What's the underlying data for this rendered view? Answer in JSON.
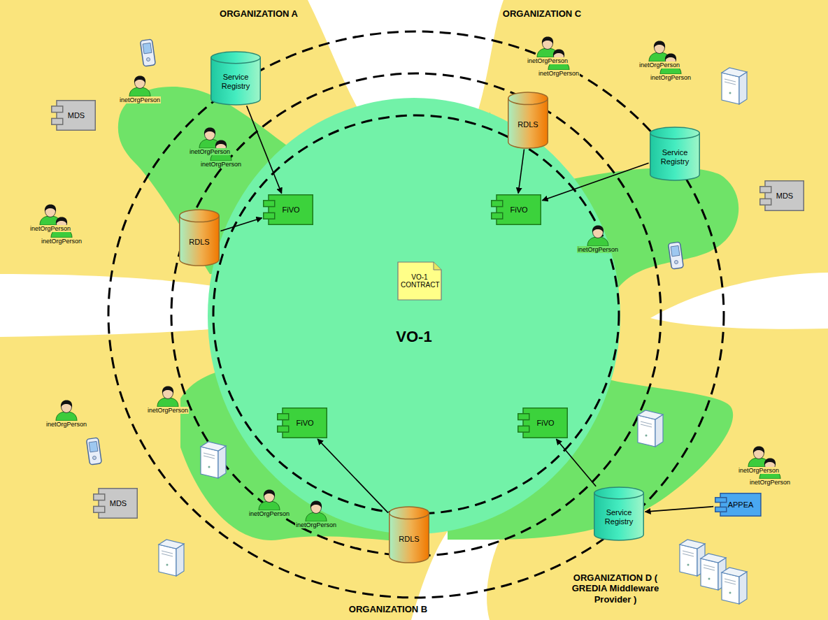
{
  "diagram": {
    "nodes": [
      {
        "text": [
          "Service Registry"
        ]
      },
      {
        "text": [
          "RDLS"
        ]
      },
      {
        "text": [
          "FiVO"
        ]
      },
      {
        "text": [
          "MDS"
        ]
      },
      {
        "text": [
          "inetOrgPerson"
        ]
      },
      {
        "text": [
          "inetOrgPerson"
        ]
      },
      {
        "text": [
          "inetOrgPerson"
        ]
      },
      {
        "text": [
          "inetOrgPerson"
        ]
      },
      {
        "text": [
          "inetOrgPerson"
        ]
      },
      {
        "text": [
          "RDLS"
        ]
      },
      {
        "text": [
          "Service Registry"
        ]
      },
      {
        "text": [
          "FiVO"
        ]
      },
      {
        "text": [
          "MDS"
        ]
      },
      {
        "text": [
          "inetOrgPerson"
        ]
      },
      {
        "text": [
          "inetOrgPerson"
        ]
      },
      {
        "text": [
          "inetOrgPerson"
        ]
      },
      {
        "text": [
          "inetOrgPerson"
        ]
      },
      {
        "text": [
          "inetOrgPerson"
        ]
      },
      {
        "text": [
          "VO-1 CONTRACT"
        ]
      },
      {
        "text": [
          "FiVO"
        ]
      },
      {
        "text": [
          "FiVO"
        ]
      },
      {
        "text": [
          "MDS"
        ]
      },
      {
        "text": [
          "inetOrgPerson"
        ]
      },
      {
        "text": [
          "inetOrgPerson"
        ]
      },
      {
        "text": [
          "inetOrgPerson"
        ]
      },
      {
        "text": [
          "inetOrgPerson"
        ]
      },
      {
        "text": [
          "RDLS"
        ]
      },
      {
        "text": [
          "Service Registry"
        ]
      },
      {
        "text": [
          "APPEA"
        ]
      },
      {
        "text": [
          "inetOrgPerson"
        ]
      },
      {
        "text": [
          "inetOrgPerson"
        ]
      }
    ],
    "edges": [
      {
        "from": 0,
        "to": 2,
        "arrow": "to"
      },
      {
        "from": 1,
        "to": 2,
        "arrow": "to"
      },
      {
        "from": 9,
        "to": 11,
        "arrow": "to"
      },
      {
        "from": 10,
        "to": 11,
        "arrow": "to"
      },
      {
        "from": 26,
        "to": 19,
        "arrow": "to"
      },
      {
        "from": 27,
        "to": 20,
        "arrow": "to"
      },
      {
        "from": 28,
        "to": 27,
        "arrow": "to"
      }
    ],
    "labels": [
      "ORGANIZATION A",
      "ORGANIZATION C",
      "VO-1",
      "ORGANIZATION B",
      "ORGANIZATION D ( GREDIA Middleware Provider )"
    ]
  }
}
